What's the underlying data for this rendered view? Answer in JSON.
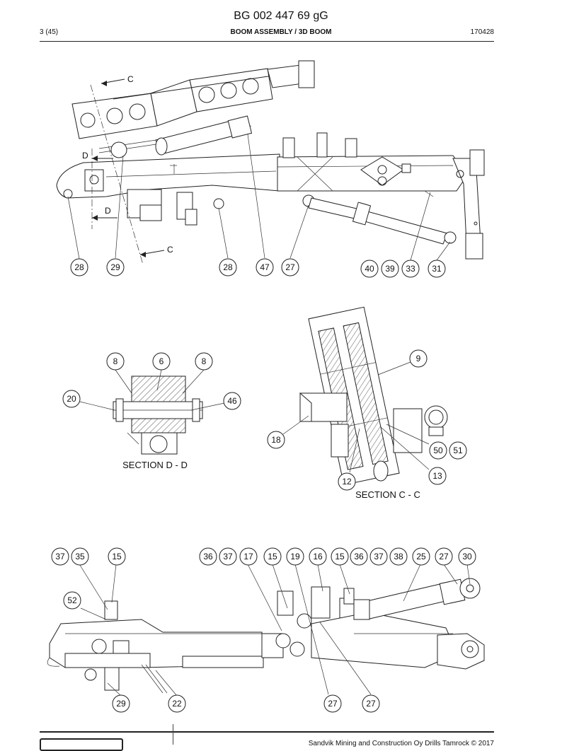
{
  "header": {
    "doc_id": "BG 002 447 69 gG",
    "page": "3 (45)",
    "section": "BOOM ASSEMBLY / 3D BOOM",
    "date": "170428"
  },
  "footer": {
    "copyright": "Sandvik Mining and Construction Oy Drills Tamrock © 2017"
  },
  "section_markers": {
    "c": "C",
    "d": "D"
  },
  "section_labels": {
    "dd": "SECTION D - D",
    "cc": "SECTION C - C"
  },
  "callouts": {
    "top": [
      "28",
      "29",
      "28",
      "47",
      "27",
      "40",
      "39",
      "33",
      "31"
    ],
    "section_dd": [
      "8",
      "6",
      "8",
      "20",
      "46"
    ],
    "section_cc": [
      "9",
      "18",
      "50",
      "51",
      "13",
      "12"
    ],
    "bottom": [
      "37",
      "35",
      "15",
      "52",
      "36",
      "37",
      "17",
      "15",
      "19",
      "16",
      "15",
      "36",
      "37",
      "38",
      "25",
      "27",
      "30",
      "29",
      "22",
      "27",
      "27"
    ]
  }
}
